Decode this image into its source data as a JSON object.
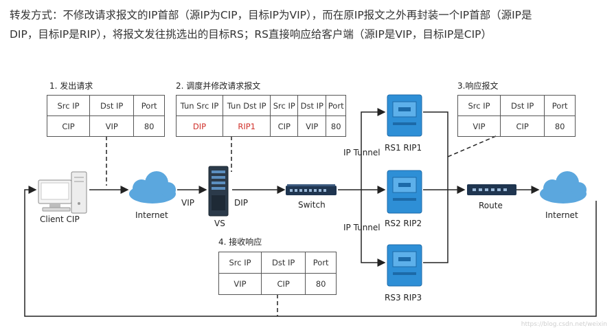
{
  "intro": {
    "line1": "转发方式：不修改请求报文的IP首部（源IP为CIP，目标IP为VIP），而在原IP报文之外再封装一个IP首部（源IP是",
    "line2": "DIP，目标IP是RIP），将报文发往挑选出的目标RS；RS直接响应给客户端（源IP是VIP，目标IP是CIP）"
  },
  "steps": {
    "s1": "1. 发出请求",
    "s2": "2. 调度并修改请求报文",
    "s3": "3.响应报文",
    "s4": "4. 接收响应"
  },
  "tables": {
    "t1": {
      "headers": [
        "Src IP",
        "Dst IP",
        "Port"
      ],
      "values": [
        "CIP",
        "VIP",
        "80"
      ]
    },
    "t2": {
      "headers": [
        "Tun Src IP",
        "Tun Dst IP",
        "Src IP",
        "Dst IP",
        "Port"
      ],
      "values": [
        "DIP",
        "RIP1",
        "CIP",
        "VIP",
        "80"
      ]
    },
    "t3": {
      "headers": [
        "Src IP",
        "Dst IP",
        "Port"
      ],
      "values": [
        "VIP",
        "CIP",
        "80"
      ]
    },
    "t4": {
      "headers": [
        "Src IP",
        "Dst IP",
        "Port"
      ],
      "values": [
        "VIP",
        "CIP",
        "80"
      ]
    }
  },
  "nodes": {
    "client": "Client CIP",
    "internet1": "Internet",
    "vs": "VS",
    "vip": "VIP",
    "dip": "DIP",
    "switch": "Switch",
    "route": "Route",
    "internet2": "Internet",
    "rs1": "RS1 RIP1",
    "rs2": "RS2 RIP2",
    "rs3": "RS3 RIP3",
    "tunnel1": "IP Tunnel",
    "tunnel2": "IP Tunnel"
  },
  "watermark": "https://blog.csdn.net/weixin",
  "colors": {
    "red": "#d0302a",
    "server_blue": "#2e8fd6",
    "cloud_blue": "#5ba7de"
  }
}
